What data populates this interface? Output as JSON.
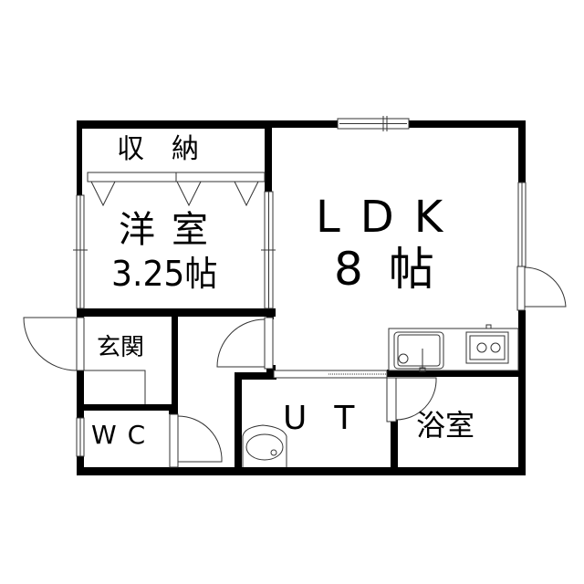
{
  "floorplan": {
    "rooms": [
      {
        "id": "storage",
        "label": "収納"
      },
      {
        "id": "western-room",
        "label": "洋室",
        "size": "3.25帖"
      },
      {
        "id": "ldk",
        "label": "LDK",
        "size_number": "8",
        "size_unit": "帖"
      },
      {
        "id": "entrance",
        "label": "玄関"
      },
      {
        "id": "wc",
        "label": "WC"
      },
      {
        "id": "utility",
        "label": "UT"
      },
      {
        "id": "bathroom",
        "label": "浴室"
      }
    ],
    "fixtures": [
      "kitchen-sink",
      "gas-stove",
      "wash-basin",
      "closet-doors"
    ],
    "colors": {
      "wall": "#000000",
      "background": "#ffffff",
      "line": "#333333"
    }
  }
}
